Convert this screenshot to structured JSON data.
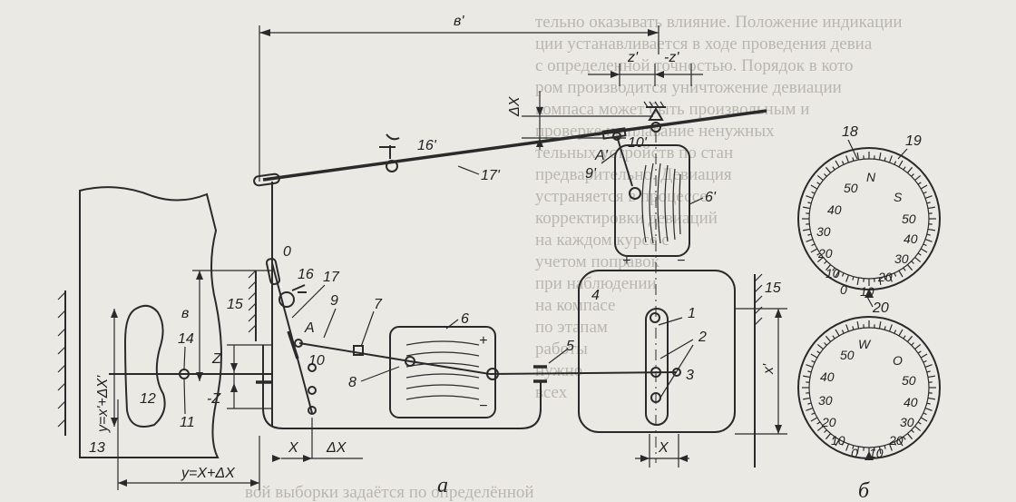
{
  "figure": {
    "bg_text": [
      "тельно оказывать влияние. Положение индикации",
      "ции устанавливается в ходе проведения девиа",
      "с определенной точностью. Порядок в кото",
      "ром производится уничтожение девиации",
      "компаса может быть произвольным и",
      "проверке на плавание ненужных",
      "тельных устройств по стан",
      "предварительно. Девиация",
      "устраняется в процессе",
      "корректировки девиаций",
      "на каждом курсе с",
      "учетом поправок",
      "при наблюдении",
      "на компасе",
      "по этапам",
      "работы",
      "нужно",
      "всех",
      "вой выборки задаётся по определённой"
    ],
    "dimension_labels": {
      "b_prime": "в'",
      "b": "в",
      "z_prime": "z'",
      "neg_z_prime": "-z'",
      "z": "Z",
      "neg_z": "-Z",
      "delta_x": "ΔX",
      "x": "X",
      "x_prime": "x'",
      "y_prime_eq": "y=x'+ΔX'",
      "y_eq": "y=X+ΔX"
    },
    "part_labels": {
      "p0": "0",
      "p1": "1",
      "p2": "2",
      "p3": "3",
      "p4": "4",
      "p5": "5",
      "p6": "6",
      "p7": "7",
      "p8": "8",
      "p9": "9",
      "p10": "10",
      "p11": "11",
      "p12": "12",
      "p13": "13",
      "p14": "14",
      "p15a": "15",
      "p15b": "15",
      "p16": "16",
      "p17": "17",
      "p16p": "16'",
      "p17p": "17'",
      "p9p": "9'",
      "p10p": "10'",
      "p6p": "6'",
      "A": "A",
      "A_prime": "A'",
      "plus1": "+",
      "minus1": "−",
      "plus2": "+",
      "minus2": "−",
      "p18": "18",
      "p19": "19",
      "p20": "20"
    },
    "dial_top": {
      "label_N": "N",
      "label_S": "S",
      "left": [
        "50",
        "40",
        "30",
        "20",
        "10",
        "0"
      ],
      "right": [
        "50",
        "40",
        "30",
        "20",
        "10"
      ],
      "bottom": "10"
    },
    "dial_bottom": {
      "label_W": "W",
      "label_O": "O",
      "left": [
        "50",
        "40",
        "30",
        "20",
        "10",
        "0"
      ],
      "right": [
        "50",
        "40",
        "30",
        "20",
        "10"
      ],
      "bottom": "20"
    },
    "subfigure_labels": {
      "a": "а",
      "b": "б"
    }
  }
}
